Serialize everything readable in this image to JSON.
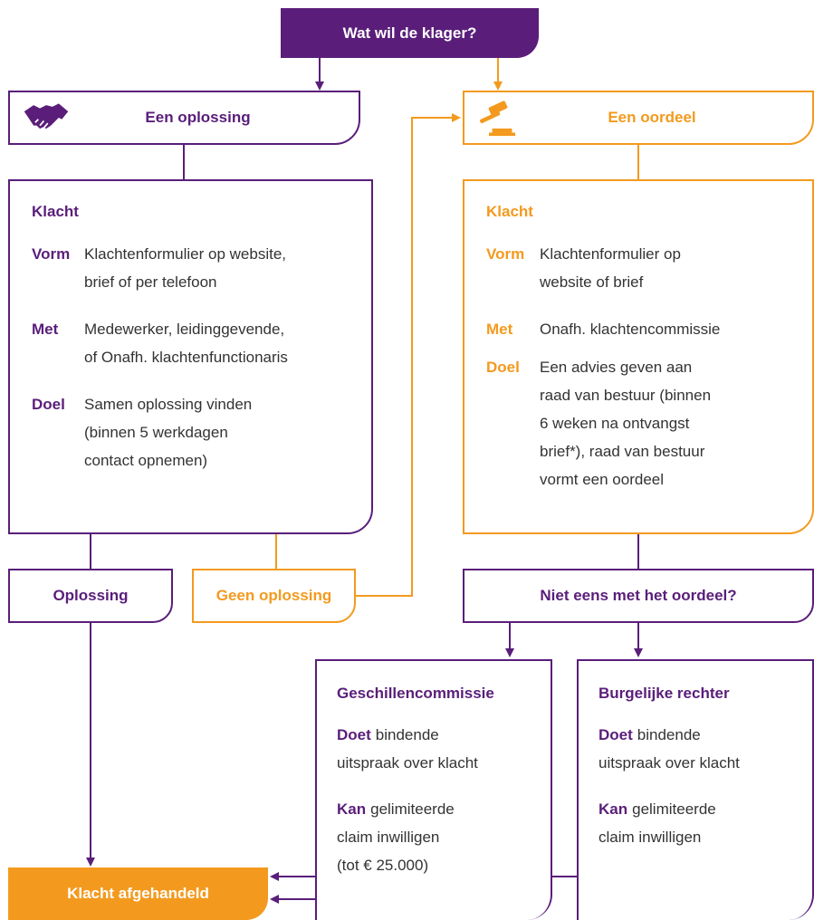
{
  "start": "Wat wil de klager?",
  "left_header": {
    "label": "Een oplossing",
    "icon": "handshake-icon"
  },
  "right_header": {
    "label": "Een oordeel",
    "icon": "gavel-icon"
  },
  "left_klacht": {
    "title": "Klacht",
    "rows": [
      {
        "key": "Vorm",
        "lines": [
          "Klachtenformulier op website,",
          "brief of per telefoon"
        ]
      },
      {
        "key": "Met",
        "lines": [
          "Medewerker, leidinggevende,",
          "of Onafh. klachtenfunctionaris"
        ]
      },
      {
        "key": "Doel",
        "lines": [
          "Samen oplossing vinden",
          "(binnen 5 werkdagen",
          "contact opnemen)"
        ]
      }
    ]
  },
  "right_klacht": {
    "title": "Klacht",
    "rows": [
      {
        "key": "Vorm",
        "lines": [
          "Klachtenformulier op",
          "website of brief"
        ]
      },
      {
        "key": "Met",
        "lines": [
          "Onafh. klachtencommissie"
        ]
      },
      {
        "key": "Doel",
        "lines": [
          "Een advies geven aan",
          "raad van bestuur (binnen",
          "6 weken na ontvangst",
          "brief*), raad van bestuur",
          "vormt een oordeel"
        ]
      }
    ]
  },
  "oplossing": "Oplossing",
  "geen_oplossing": "Geen oplossing",
  "niet_eens": "Niet eens met het oordeel?",
  "geschil": {
    "title": "Geschillencommissie",
    "doet_key": "Doet",
    "doet_lines": [
      "bindende",
      "uitspraak over klacht"
    ],
    "kan_key": "Kan",
    "kan_lines": [
      "gelimiteerde",
      "claim inwilligen",
      "(tot € 25.000)"
    ]
  },
  "rechter": {
    "title": "Burgelijke rechter",
    "doet_key": "Doet",
    "doet_lines": [
      "bindende",
      "uitspraak over klacht"
    ],
    "kan_key": "Kan",
    "kan_lines": [
      "gelimiteerde",
      "claim inwilligen"
    ]
  },
  "end": "Klacht afgehandeld",
  "colors": {
    "purple": "#5a1e7a",
    "orange": "#f39a1e"
  }
}
